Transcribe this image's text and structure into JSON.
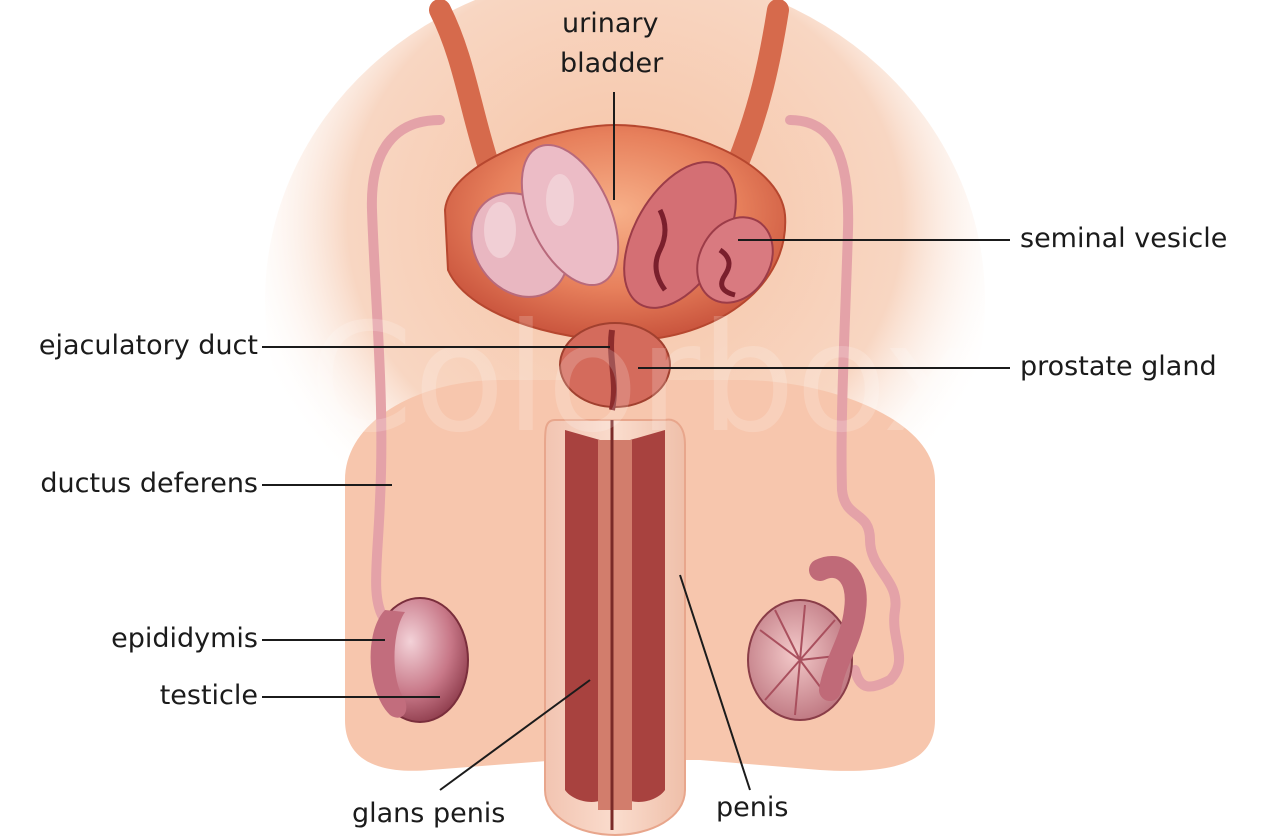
{
  "labels": {
    "urinary_bladder_line1": "urinary",
    "urinary_bladder_line2": "bladder",
    "seminal_vesicle": "seminal vesicle",
    "ejaculatory_duct": "ejaculatory duct",
    "prostate_gland": "prostate gland",
    "ductus_deferens": "ductus deferens",
    "epididymis": "epididymis",
    "testicle": "testicle",
    "glans_penis": "glans penis",
    "penis": "penis"
  },
  "watermark": "Colorbox"
}
